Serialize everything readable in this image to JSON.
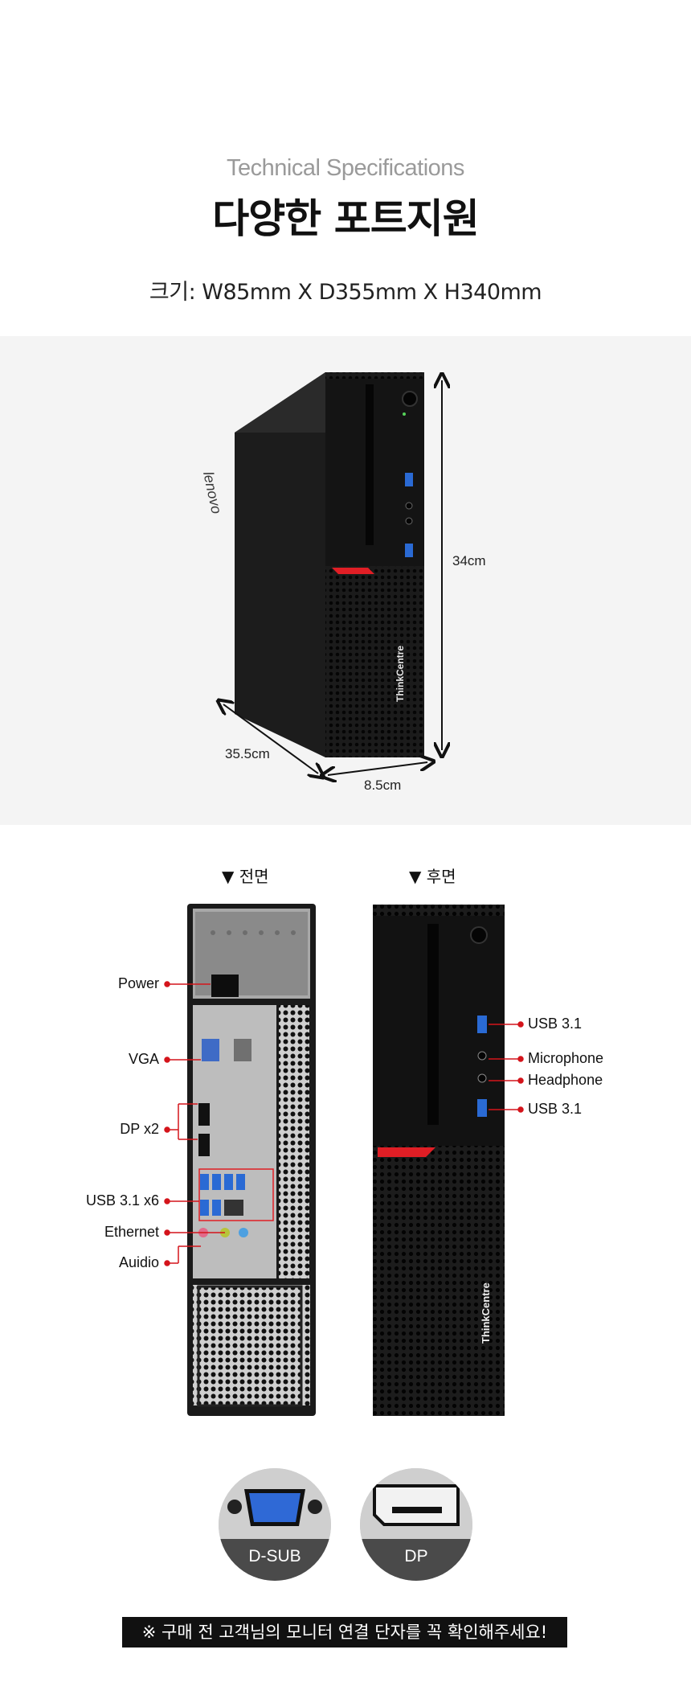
{
  "header": {
    "subtitle": "Technical Specifications",
    "title": "다양한 포트지원",
    "size": "크기: W85mm X D355mm X H340mm"
  },
  "dimensions": {
    "height": "34cm",
    "depth": "35.5cm",
    "width": "8.5cm"
  },
  "product": {
    "brand_side": "lenovo",
    "brand_front": "ThinkCentre"
  },
  "views": {
    "rear_label": "▼ 전면",
    "front_label": "▼ 후면"
  },
  "rear_ports": [
    "Power",
    "VGA",
    "DP x2",
    "USB 3.1 x6",
    "Ethernet",
    "Auidio"
  ],
  "front_ports": [
    "USB 3.1",
    "Microphone",
    "Headphone",
    "USB 3.1"
  ],
  "connectors": [
    "D-SUB",
    "DP"
  ],
  "notice": "※ 구매 전 고객님의 모니터 연결 단자를 꼭 확인해주세요!",
  "colors": {
    "accent_red": "#e01e25",
    "pointer_red": "#d4141b",
    "band_bg": "#f4f4f4"
  }
}
